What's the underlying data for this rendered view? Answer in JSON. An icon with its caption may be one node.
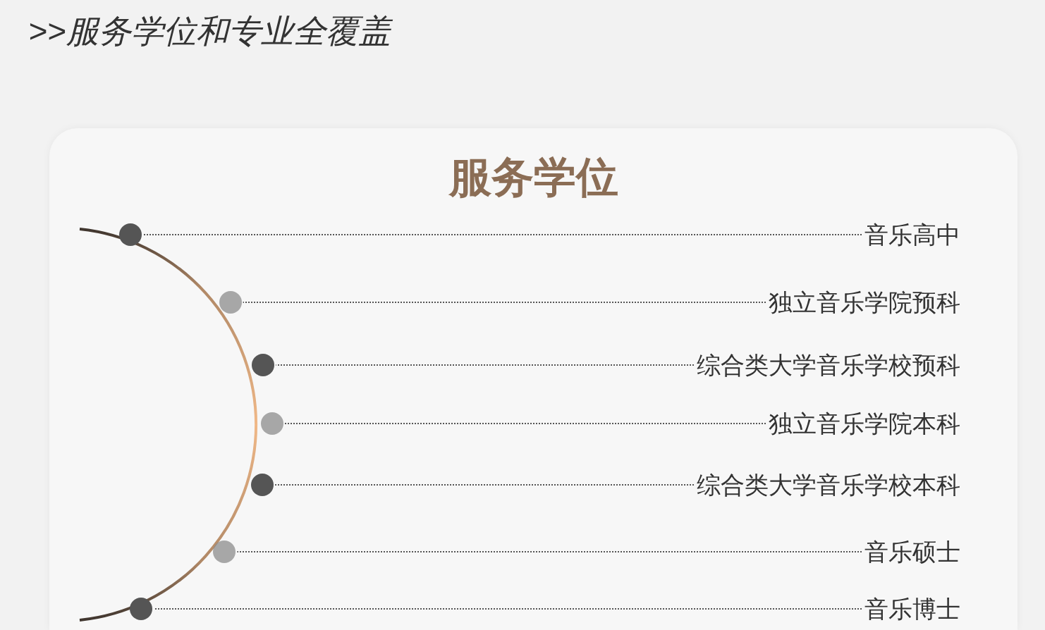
{
  "diagram": {
    "title": ">>服务学位和专业全覆盖",
    "nodes": [
      {
        "text": [
          "服务学位"
        ]
      },
      {
        "text": [
          "音乐高中"
        ],
        "in": 0
      },
      {
        "text": [],
        "shape": "circle",
        "in": 0
      },
      {
        "text": [
          "独立音乐学院预科"
        ],
        "in": 0
      },
      {
        "text": [],
        "shape": "circle",
        "in": 0
      },
      {
        "text": [
          "综合类大学音乐学校预科"
        ],
        "in": 0
      },
      {
        "text": [],
        "shape": "circle",
        "in": 0
      },
      {
        "text": [
          "独立音乐学院本科"
        ],
        "in": 0
      },
      {
        "text": [],
        "shape": "circle",
        "in": 0
      },
      {
        "text": [
          "综合类大学音乐学校本科"
        ],
        "in": 0
      },
      {
        "text": [],
        "shape": "circle",
        "in": 0
      },
      {
        "text": [
          "音乐硕士"
        ],
        "in": 0
      },
      {
        "text": [],
        "shape": "circle",
        "in": 0
      },
      {
        "text": [
          "音乐博士"
        ],
        "in": 0
      },
      {
        "text": [],
        "shape": "circle",
        "in": 0
      }
    ],
    "edges": [
      {
        "from": 1,
        "to": 2,
        "arrow": "none"
      },
      {
        "from": 3,
        "to": 4,
        "arrow": "none"
      },
      {
        "from": 5,
        "to": 6,
        "arrow": "none"
      },
      {
        "from": 7,
        "to": 8,
        "arrow": "none"
      },
      {
        "from": 9,
        "to": 10,
        "arrow": "none"
      },
      {
        "from": 11,
        "to": 12,
        "arrow": "none"
      },
      {
        "from": 13,
        "to": 14,
        "arrow": "none"
      }
    ]
  }
}
